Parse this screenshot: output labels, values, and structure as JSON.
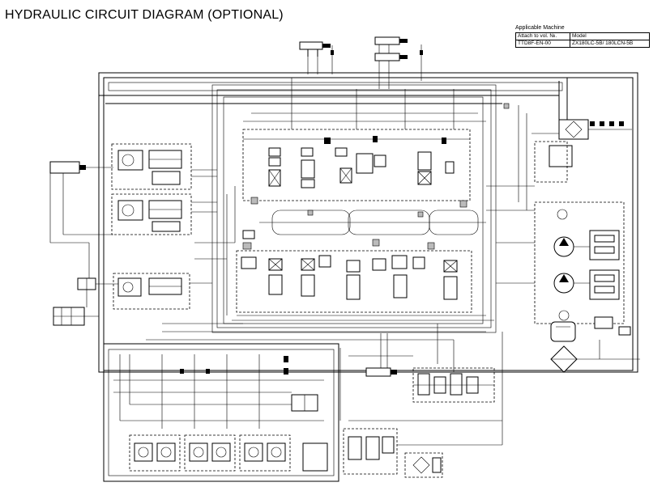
{
  "title": "HYDRAULIC CIRCUIT DIAGRAM (OPTIONAL)",
  "applicable_machine": {
    "caption": "Applicable Machine",
    "header": [
      "Attach to vol. №.",
      "Model"
    ],
    "row": [
      "TTD8F-EN-00",
      "ZX180LC-5B/ 180LCN-5B"
    ]
  }
}
